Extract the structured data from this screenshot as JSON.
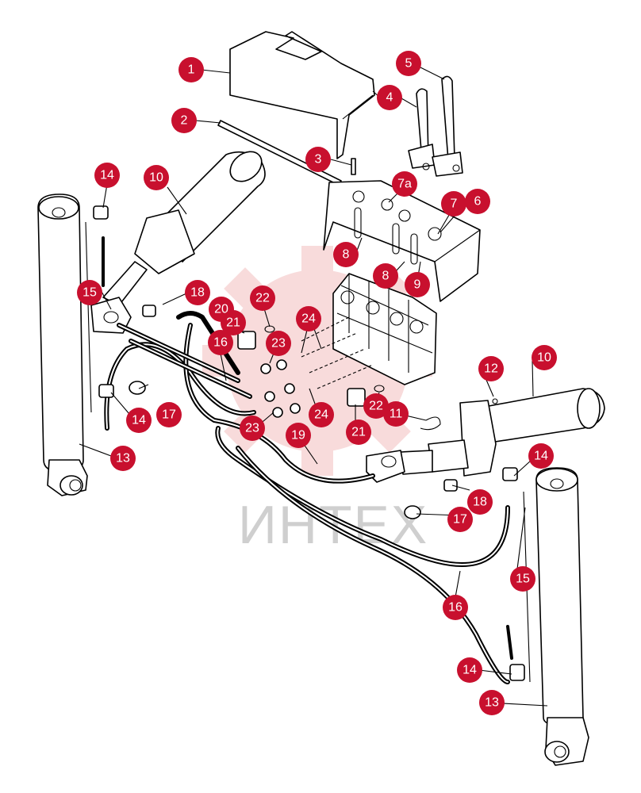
{
  "watermark": {
    "text": "ИНТЕХ"
  },
  "callouts": {
    "c1": "1",
    "c2": "2",
    "c3": "3",
    "c4": "4",
    "c5": "5",
    "c6": "6",
    "c7": "7",
    "c7a": "7a",
    "c8a": "8",
    "c8b": "8",
    "c9": "9",
    "c10a": "10",
    "c10b": "10",
    "c11": "11",
    "c12": "12",
    "c13a": "13",
    "c13b": "13",
    "c14a": "14",
    "c14b": "14",
    "c14c": "14",
    "c14d": "14",
    "c15a": "15",
    "c15b": "15",
    "c16a": "16",
    "c16b": "16",
    "c17a": "17",
    "c17b": "17",
    "c18a": "18",
    "c18b": "18",
    "c19": "19",
    "c20": "20",
    "c21a": "21",
    "c21b": "21",
    "c22a": "22",
    "c22b": "22",
    "c23a": "23",
    "c23b": "23",
    "c24a": "24",
    "c24b": "24"
  },
  "colors": {
    "callout": "#c8102e",
    "watermark": "#f6d0d0"
  }
}
